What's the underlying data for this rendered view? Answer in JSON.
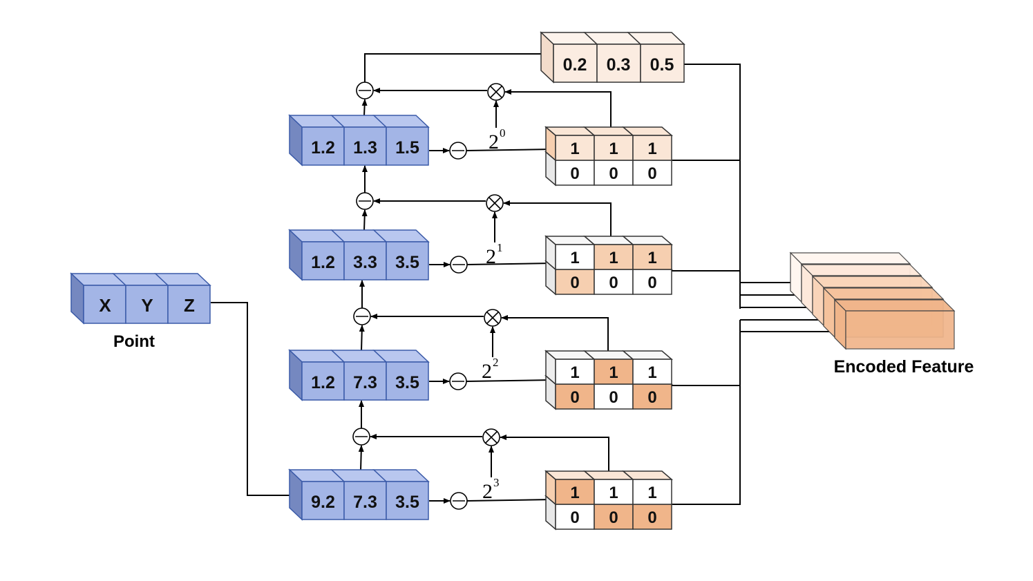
{
  "point": {
    "cells": [
      "X",
      "Y",
      "Z"
    ],
    "label": "Point"
  },
  "rows": [
    {
      "values": [
        "1.2",
        "1.3",
        "1.5"
      ],
      "exponent": "0",
      "top_bits": [
        "1",
        "1",
        "1"
      ],
      "bottom_bits": [
        "0",
        "0",
        "0"
      ]
    },
    {
      "values": [
        "1.2",
        "3.3",
        "3.5"
      ],
      "exponent": "1",
      "top_bits": [
        "1",
        "1",
        "1"
      ],
      "bottom_bits": [
        "0",
        "0",
        "0"
      ]
    },
    {
      "values": [
        "1.2",
        "7.3",
        "3.5"
      ],
      "exponent": "2",
      "top_bits": [
        "1",
        "1",
        "1"
      ],
      "bottom_bits": [
        "0",
        "0",
        "0"
      ]
    },
    {
      "values": [
        "9.2",
        "7.3",
        "3.5"
      ],
      "exponent": "3",
      "top_bits": [
        "1",
        "1",
        "1"
      ],
      "bottom_bits": [
        "0",
        "0",
        "0"
      ]
    }
  ],
  "base": "2",
  "residual": {
    "values": [
      "0.2",
      "0.3",
      "0.5"
    ]
  },
  "output": {
    "label": "Encoded Feature"
  },
  "operators": {
    "subtract": "⊖",
    "multiply": "⊗"
  },
  "colors": {
    "blue_face": "#a3b5e6",
    "blue_side": "#7588c0",
    "blue_top": "#b9c7ef",
    "blue_stroke": "#3a5aa8",
    "orange_strong": "#f0b58a",
    "orange_medium": "#f6cfb0",
    "orange_light": "#fae6d6",
    "residual_fill": "#fbece1",
    "cell_stroke": "#333333"
  }
}
